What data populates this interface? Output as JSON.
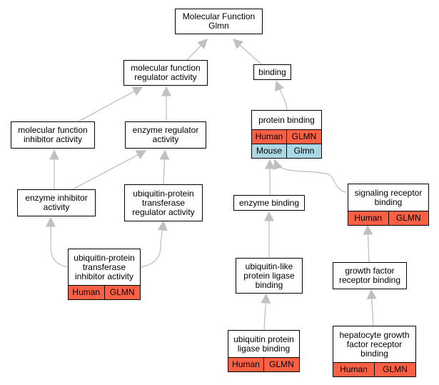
{
  "colors": {
    "human": "#fb5f44",
    "mouse": "#a9d8e4",
    "edge": "#c0c0c0",
    "border": "#000000"
  },
  "nodes": {
    "root": {
      "label": "Molecular Function\nGlmn"
    },
    "mf_regulator": {
      "label": "molecular function\nregulator activity"
    },
    "binding": {
      "label": "binding"
    },
    "mf_inhibitor": {
      "label": "molecular function\ninhibitor activity"
    },
    "enzyme_regulator": {
      "label": "enzyme regulator\nactivity"
    },
    "protein_binding": {
      "label": "protein binding",
      "rows": [
        {
          "species": "Human",
          "gene": "GLMN"
        },
        {
          "species": "Mouse",
          "gene": "Glmn"
        }
      ]
    },
    "enzyme_inhibitor": {
      "label": "enzyme inhibitor\nactivity"
    },
    "ub_transferase_regulator": {
      "label": "ubiquitin-protein\ntransferase\nregulator activity"
    },
    "enzyme_binding": {
      "label": "enzyme binding"
    },
    "signaling_receptor_binding": {
      "label": "signaling receptor\nbinding",
      "rows": [
        {
          "species": "Human",
          "gene": "GLMN"
        }
      ]
    },
    "ub_transferase_inhibitor": {
      "label": "ubiquitin-protein\ntransferase\ninhibitor activity",
      "rows": [
        {
          "species": "Human",
          "gene": "GLMN"
        }
      ]
    },
    "ub_like_ligase_binding": {
      "label": "ubiquitin-like\nprotein ligase\nbinding"
    },
    "growth_factor_receptor_binding": {
      "label": "growth factor\nreceptor binding"
    },
    "ub_ligase_binding": {
      "label": "ubiquitin protein\nligase binding",
      "rows": [
        {
          "species": "Human",
          "gene": "GLMN"
        }
      ]
    },
    "hgf_receptor_binding": {
      "label": "hepatocyte growth\nfactor receptor\nbinding",
      "rows": [
        {
          "species": "Human",
          "gene": "GLMN"
        }
      ]
    }
  }
}
